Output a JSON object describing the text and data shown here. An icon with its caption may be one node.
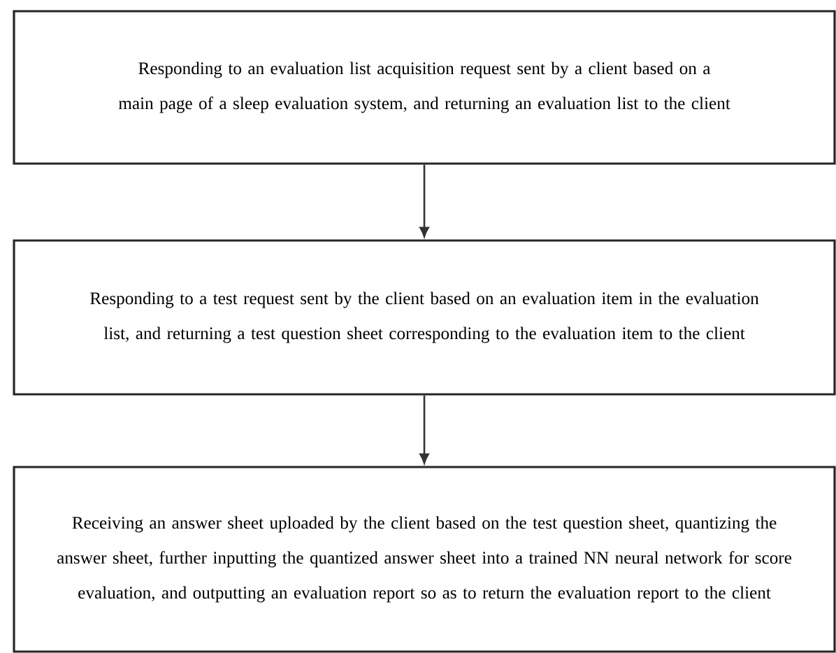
{
  "diagram": {
    "nodes": [
      {
        "text": [
          "Responding to an evaluation list acquisition request sent by a client based on a main page of a sleep evaluation system, and returning an evaluation list to the client"
        ]
      },
      {
        "text": [
          "Responding to a test request sent by the client based on an evaluation item in the evaluation list, and returning a test question sheet corresponding to the evaluation item to the client"
        ]
      },
      {
        "text": [
          "Receiving an answer sheet uploaded by the client based on the test question sheet, quantizing the answer sheet, further inputting the quantized answer sheet into a trained NN neural network for score evaluation, and outputting an evaluation report so as to return the evaluation report to the client"
        ]
      }
    ],
    "edges": [
      {
        "from": 0,
        "to": 1,
        "arrow": "to"
      },
      {
        "from": 1,
        "to": 2,
        "arrow": "to"
      }
    ]
  }
}
